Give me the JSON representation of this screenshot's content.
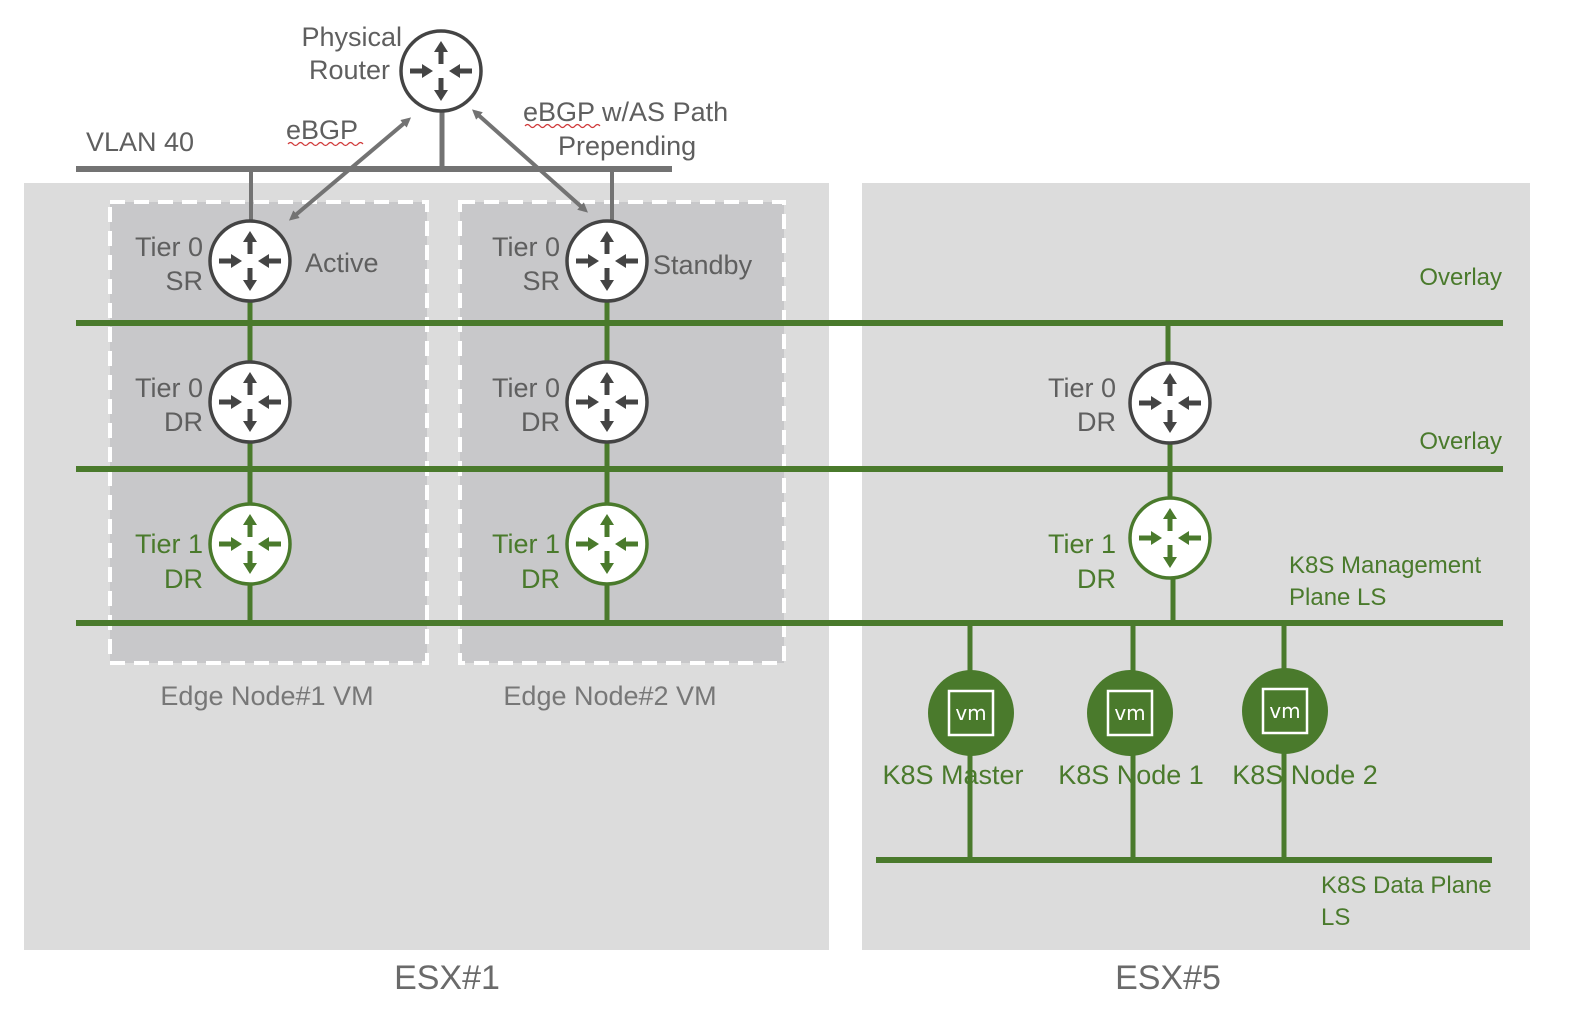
{
  "physical_router": {
    "line1": "Physical",
    "line2": "Router"
  },
  "vlan_label": "VLAN 40",
  "ebgp_label": "eBGP",
  "ebgp_prepend": {
    "line1": "eBGP w/AS Path",
    "line2": "Prepending"
  },
  "esx1": {
    "label": "ESX#1",
    "edge1": {
      "caption": "Edge Node#1 VM",
      "sr": {
        "line1": "Tier 0",
        "line2": "SR",
        "state": "Active"
      },
      "dr": {
        "line1": "Tier 0",
        "line2": "DR"
      },
      "t1": {
        "line1": "Tier 1",
        "line2": "DR"
      }
    },
    "edge2": {
      "caption": "Edge Node#2 VM",
      "sr": {
        "line1": "Tier 0",
        "line2": "SR",
        "state": "Standby"
      },
      "dr": {
        "line1": "Tier 0",
        "line2": "DR"
      },
      "t1": {
        "line1": "Tier 1",
        "line2": "DR"
      }
    }
  },
  "esx5": {
    "label": "ESX#5",
    "t0": {
      "line1": "Tier 0",
      "line2": "DR"
    },
    "t1": {
      "line1": "Tier 1",
      "line2": "DR"
    },
    "vms": [
      {
        "icon": "vm",
        "label": "K8S Master"
      },
      {
        "icon": "vm",
        "label": "K8S Node 1"
      },
      {
        "icon": "vm",
        "label": "K8S Node 2"
      }
    ]
  },
  "segments": {
    "overlay1": "Overlay",
    "overlay2": "Overlay",
    "mgmt": {
      "line1": "K8S Management",
      "line2": "Plane LS"
    },
    "data": {
      "line1": "K8S Data Plane",
      "line2": "LS"
    }
  },
  "colors": {
    "green": "#4a7a2c",
    "router_gray": "#444444",
    "host_bg": "#dcdcdc",
    "edge_bg": "#c8c8ca",
    "link_gray": "#737373"
  },
  "icons": {
    "router": "router-icon",
    "vm": "vm-icon"
  }
}
